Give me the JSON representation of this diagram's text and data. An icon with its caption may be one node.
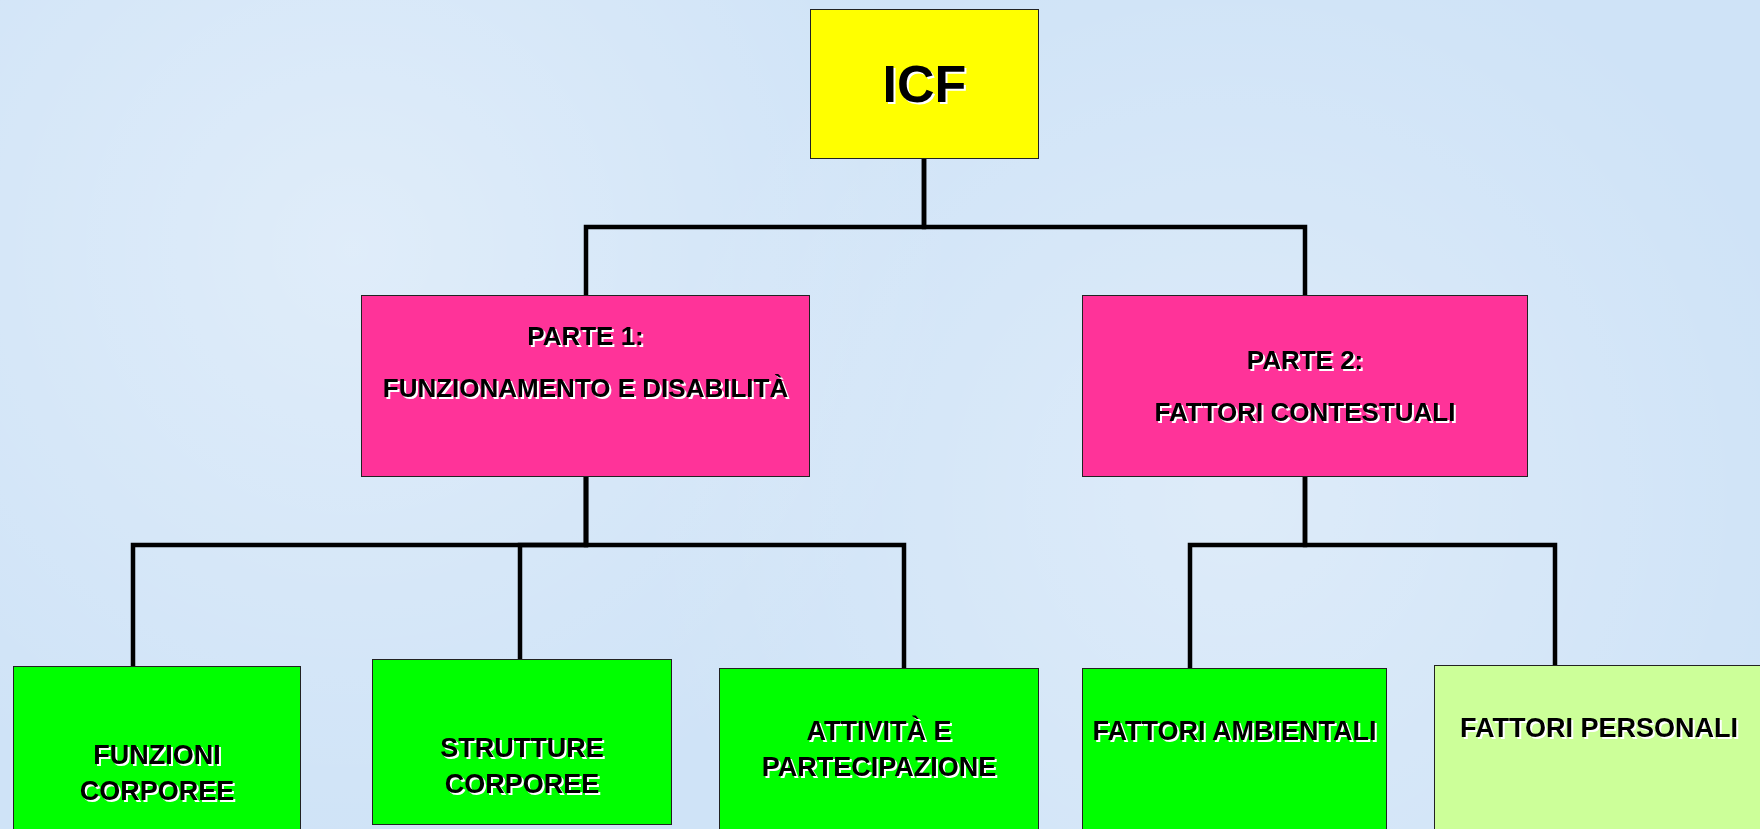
{
  "diagram": {
    "nodes": [
      {
        "text": [
          "ICF"
        ]
      },
      {
        "text": [
          "PARTE 1:",
          "FUNZIONAMENTO E DISABILITÀ"
        ]
      },
      {
        "text": [
          "PARTE 2:",
          "FATTORI CONTESTUALI"
        ]
      },
      {
        "text": [
          "FUNZIONI CORPOREE"
        ]
      },
      {
        "text": [
          "STRUTTURE CORPOREE"
        ]
      },
      {
        "text": [
          "ATTIVITÀ E PARTECIPAZIONE"
        ]
      },
      {
        "text": [
          "FATTORI AMBIENTALI"
        ]
      },
      {
        "text": [
          "FATTORI PERSONALI"
        ]
      }
    ],
    "edges": [
      {
        "from": 0,
        "to": 1,
        "arrow": "none"
      },
      {
        "from": 0,
        "to": 2,
        "arrow": "none"
      },
      {
        "from": 1,
        "to": 3,
        "arrow": "none"
      },
      {
        "from": 1,
        "to": 4,
        "arrow": "none"
      },
      {
        "from": 1,
        "to": 5,
        "arrow": "none"
      },
      {
        "from": 2,
        "to": 6,
        "arrow": "none"
      },
      {
        "from": 2,
        "to": 7,
        "arrow": "none"
      }
    ]
  }
}
